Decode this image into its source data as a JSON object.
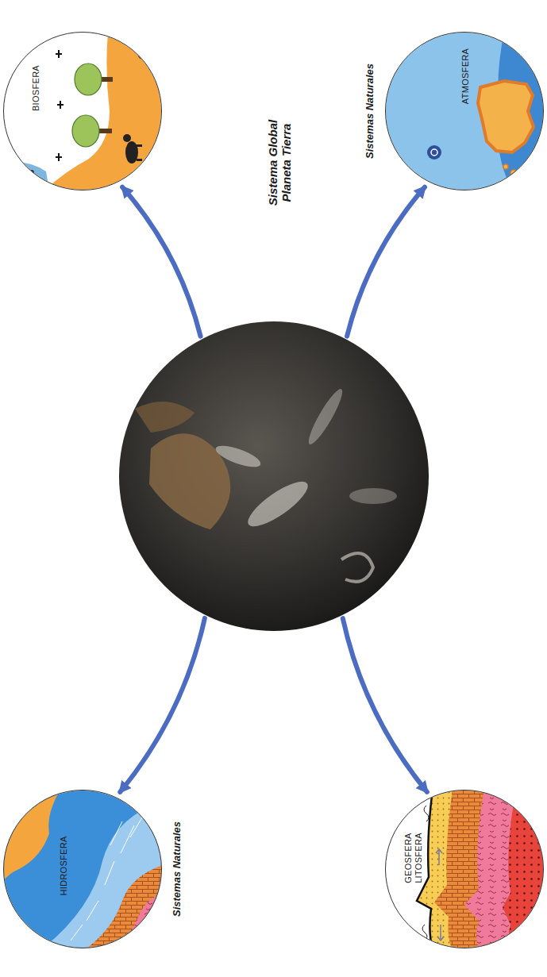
{
  "diagram": {
    "nodes": [
      {
        "text": [
          "Sistema Global Planeta Tierra"
        ]
      },
      {
        "text": [
          "BIOSFERA"
        ]
      },
      {
        "text": [
          "ATMOSFERA"
        ]
      },
      {
        "text": [
          "HIDROSFERA"
        ]
      },
      {
        "text": [
          "GEOSFERA LITOSFERA"
        ]
      }
    ],
    "edges": [
      {
        "from": 0,
        "to": 1,
        "arrow": "to"
      },
      {
        "from": 0,
        "to": 2,
        "arrow": "to"
      },
      {
        "from": 0,
        "to": 3,
        "arrow": "to"
      },
      {
        "from": 0,
        "to": 4,
        "arrow": "to"
      }
    ],
    "labels": [
      "Sistemas Naturales",
      "Sistemas Naturales"
    ]
  }
}
